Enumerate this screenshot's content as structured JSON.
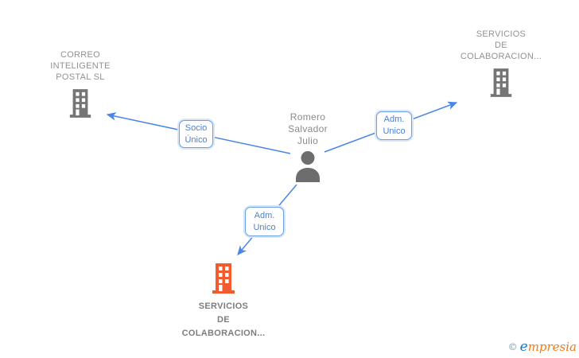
{
  "colors": {
    "edge_blue": "#4a86e8",
    "edge_label_border": "#6d9ee6",
    "edge_label_text": "#4a80d9",
    "gray_icon": "#757575",
    "orange_highlight_icon": "#f15b2e",
    "gray_text": "#919191",
    "person_icon": "#6d6d6d",
    "logo_blue": "#1878be",
    "logo_orange": "#ee7b18"
  },
  "diagram": {
    "person": {
      "name": "Romero\nSalvador\nJulio"
    },
    "companies": [
      {
        "name": "CORREO\nINTELIGENTE\nPOSTAL SL",
        "highlighted": false
      },
      {
        "name": "SERVICIOS\nDE\nCOLABORACION...",
        "highlighted": false
      },
      {
        "name": "SERVICIOS\nDE\nCOLABORACION...",
        "highlighted": true
      }
    ],
    "edges": [
      {
        "label": "Socio\nÚnico",
        "from": "Romero Salvador Julio",
        "to": "CORREO INTELIGENTE POSTAL SL"
      },
      {
        "label": "Adm.\nUnico",
        "from": "Romero Salvador Julio",
        "to": "SERVICIOS DE COLABORACION..."
      },
      {
        "label": "Adm.\nUnico",
        "from": "Romero Salvador Julio",
        "to": "SERVICIOS DE COLABORACION..."
      }
    ]
  },
  "footer": {
    "copyright": "©",
    "brand_initial": "e",
    "brand_rest": "mpresia"
  }
}
